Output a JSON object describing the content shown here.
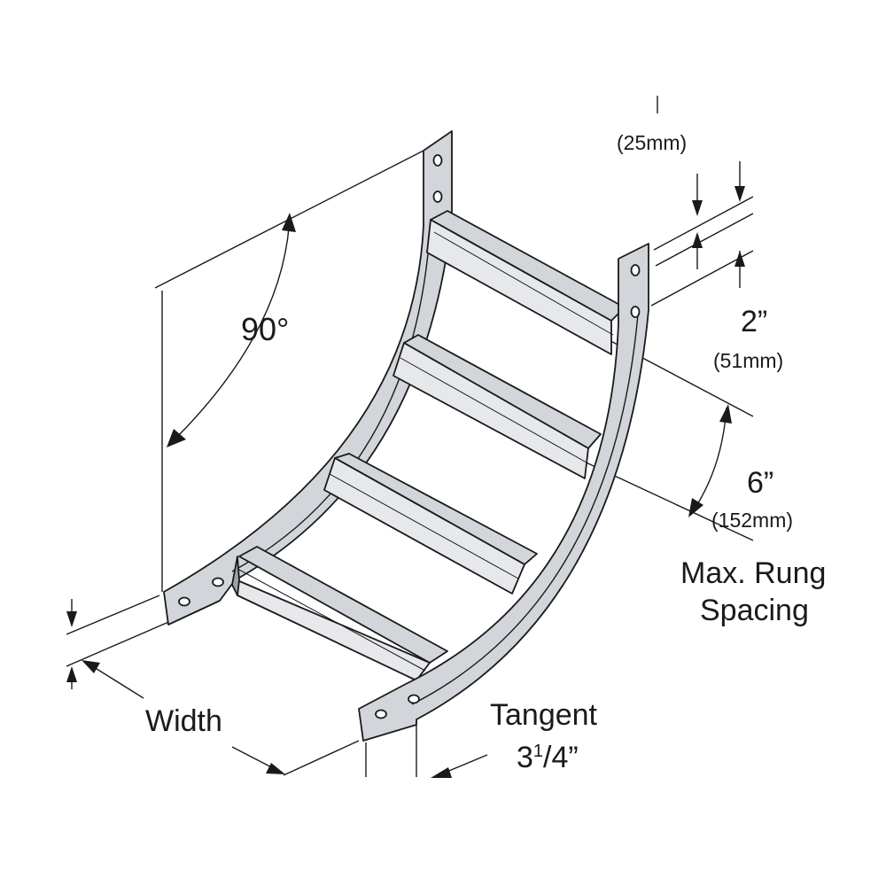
{
  "annotations": {
    "rung_height_metric": "(25mm)",
    "rail_height": "2”",
    "rail_height_metric": "(51mm)",
    "rung_spacing": "6”",
    "rung_spacing_metric": "(152mm)",
    "rung_spacing_caption_line1": "Max. Rung",
    "rung_spacing_caption_line2": "Spacing",
    "angle": "90°",
    "width": "Width",
    "tangent_caption": "Tangent",
    "tangent_whole": "3",
    "tangent_fraction_num": "1",
    "tangent_fraction_rest": "/4”"
  },
  "colors": {
    "line": "#1a1a1a",
    "metal_fill": "#d2d5d9",
    "metal_light": "#e6e8eb",
    "metal_dark": "#9ea3aa"
  }
}
